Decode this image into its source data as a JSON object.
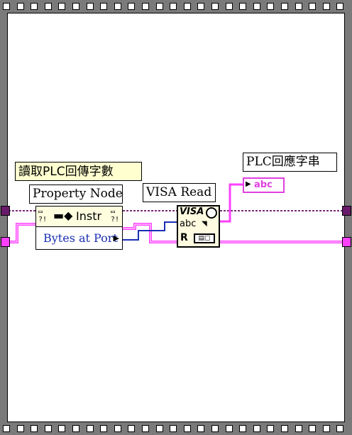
{
  "comment": {
    "text": "讀取PLC回傳字數"
  },
  "property_node": {
    "title": "Property Node",
    "reference_label": "Instr",
    "property": "Bytes at Port"
  },
  "visa_read": {
    "title": "VISA Read",
    "icon_text_top": "VISA",
    "icon_text_abc": "abc",
    "icon_text_r": "R"
  },
  "indicator": {
    "label": "PLC回應字串",
    "terminal_text": "abc"
  },
  "colors": {
    "refnum_wire": "#7a2a7a",
    "string_wire": "#ff40ff",
    "integer_wire": "#1a2fb3",
    "frame": "#7a7a7a"
  },
  "icons": [
    "refnum-tunnel-icon",
    "string-tunnel-icon",
    "io-glyph-icon",
    "clock-icon"
  ]
}
